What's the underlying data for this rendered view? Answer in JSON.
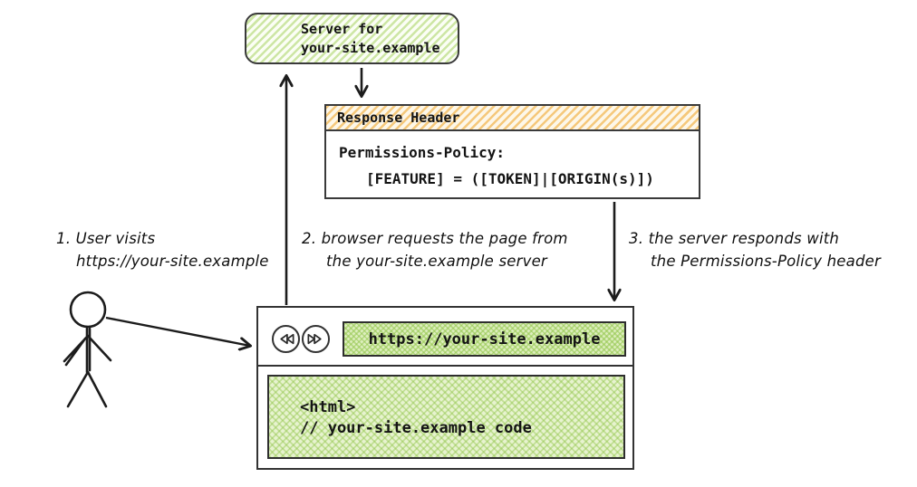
{
  "colors": {
    "ink": "#1c1c1c",
    "border": "#3a3a3a",
    "green_hatch": "#cde6a4",
    "green_cross": "#aed27a",
    "orange_hatch": "#f5c87b"
  },
  "server_box": {
    "label_line1": "Server for",
    "label_line2": "your-site.example"
  },
  "response_header": {
    "title": "Response Header",
    "body_line1": "Permissions-Policy:",
    "body_line2": "[FEATURE] = ([TOKEN]|[ORIGIN(s)])"
  },
  "annotations": {
    "step1": {
      "line1": "1. User visits",
      "line2": "https://your-site.example"
    },
    "step2": {
      "line1": "2. browser requests the page from",
      "line2": "the your-site.example server"
    },
    "step3": {
      "line1": "3. the server responds with",
      "line2": "the Permissions-Policy header"
    }
  },
  "browser": {
    "back_icon": "rewind-double-triangle",
    "forward_icon": "fast-forward-double-triangle",
    "url": "https://your-site.example",
    "content_line1": "<html>",
    "content_line2": "// your-site.example code"
  }
}
